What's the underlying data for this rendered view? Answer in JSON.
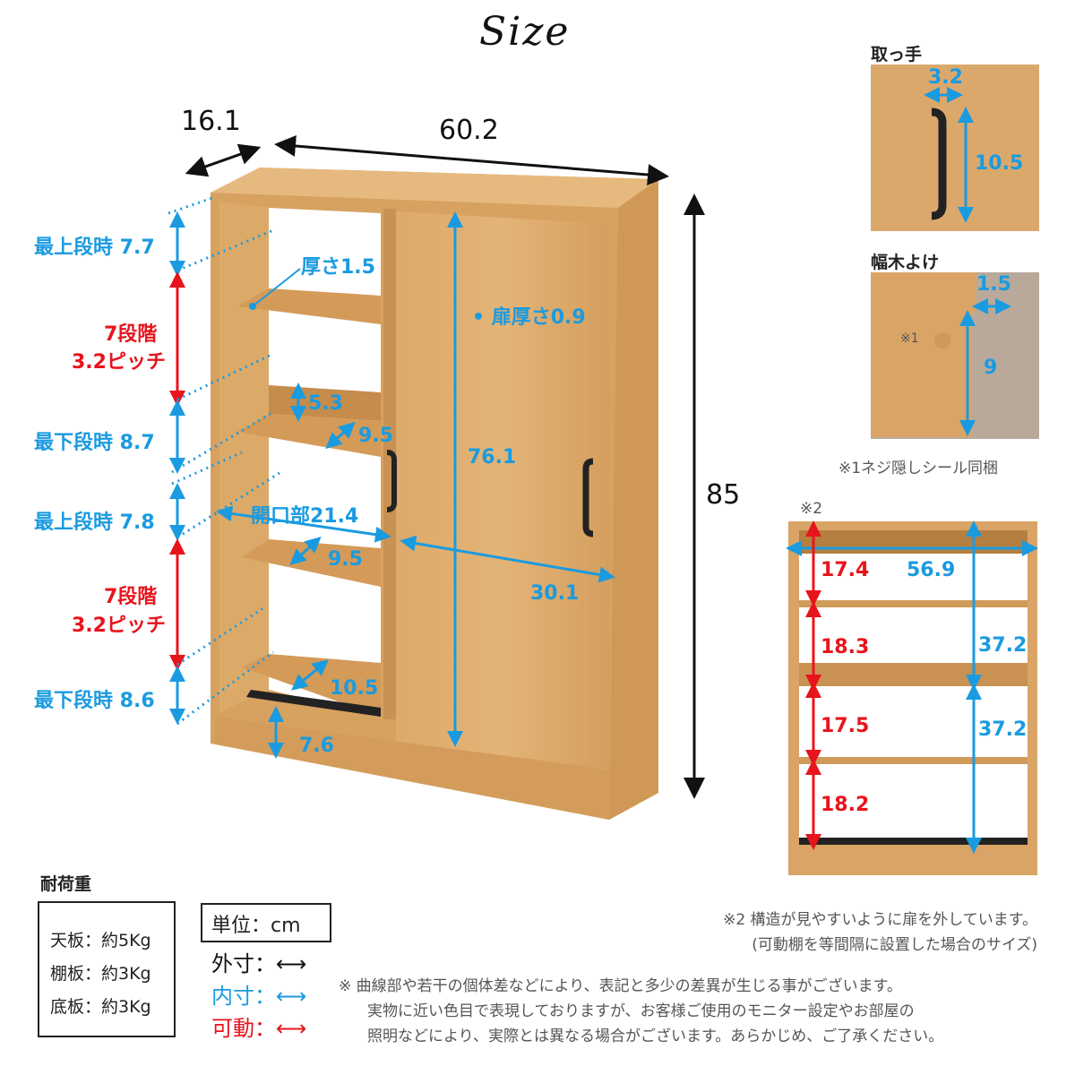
{
  "title": "Size",
  "main_view": {
    "outer": {
      "depth": "16.1",
      "width": "60.2",
      "height": "85"
    },
    "left_labels": [
      {
        "text": "最上段時 7.7",
        "color": "blue"
      },
      {
        "text": "7段階",
        "color": "red"
      },
      {
        "text": "3.2ピッチ",
        "color": "red"
      },
      {
        "text": "最下段時 8.7",
        "color": "blue"
      },
      {
        "text": "最上段時 7.8",
        "color": "blue"
      },
      {
        "text": "7段階",
        "color": "red"
      },
      {
        "text": "3.2ピッチ",
        "color": "red"
      },
      {
        "text": "最下段時 8.6",
        "color": "blue"
      }
    ],
    "inner_labels": {
      "shelf_thickness": "厚さ1.5",
      "door_thickness": "• 扉厚さ0.9",
      "door_height": "76.1",
      "fixed_shelf_gap": "5.3",
      "shelf_depth_1": "9.5",
      "opening": "開口部21.4",
      "shelf_depth_2": "9.5",
      "door_width": "30.1",
      "bottom_depth": "10.5",
      "baseboard_height": "7.6"
    }
  },
  "handle_panel": {
    "title": "取っ手",
    "width": "3.2",
    "height": "10.5"
  },
  "baseboard_panel": {
    "title": "幅木よけ",
    "marker": "※1",
    "depth": "1.5",
    "height": "9",
    "caption": "※1ネジ隠しシール同梱"
  },
  "front_view": {
    "marker": "※2",
    "inner_width": "56.9",
    "shelf_heights": [
      "17.4",
      "18.3",
      "17.5",
      "18.2"
    ],
    "section_heights": [
      "37.2",
      "37.2"
    ]
  },
  "load_capacity": {
    "title": "耐荷重",
    "rows": [
      "天板：約5Kg",
      "棚板：約3Kg",
      "底板：約3Kg"
    ]
  },
  "legend": {
    "unit": "単位：cm",
    "items": [
      {
        "label": "外寸：",
        "color": "#111111"
      },
      {
        "label": "内寸：",
        "color": "#1a9be0"
      },
      {
        "label": "可動：",
        "color": "#e8141c"
      }
    ]
  },
  "notes": {
    "note2_line1": "※2 構造が見やすいように扉を外しています。",
    "note2_line2": "(可動棚を等間隔に設置した場合のサイズ)",
    "disclaimer_line1": "※ 曲線部や若干の個体差などにより、表記と多少の差異が生じる事がございます。",
    "disclaimer_line2": "実物に近い色目で表現しておりますが、お客様ご使用のモニター設定やお部屋の",
    "disclaimer_line3": "照明などにより、実際とは異なる場合がございます。あらかじめ、ご了承ください。"
  },
  "colors": {
    "outer": "#111111",
    "inner": "#1a9be0",
    "movable": "#e8141c",
    "wood": "#d9a463",
    "wood_dark": "#c08a4a"
  }
}
